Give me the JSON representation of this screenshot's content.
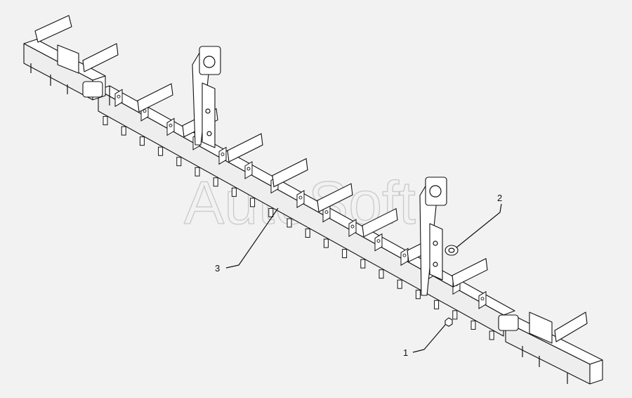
{
  "watermark": {
    "text": "AutoSoft"
  },
  "callouts": [
    {
      "id": "1",
      "label": "1"
    },
    {
      "id": "2",
      "label": "2"
    },
    {
      "id": "3",
      "label": "3"
    }
  ],
  "colors": {
    "background": "#f2f2f2",
    "line": "#111111",
    "part_fill": "#ffffff",
    "side_fill": "#eeeeee",
    "watermark": "#c9c9c9"
  }
}
